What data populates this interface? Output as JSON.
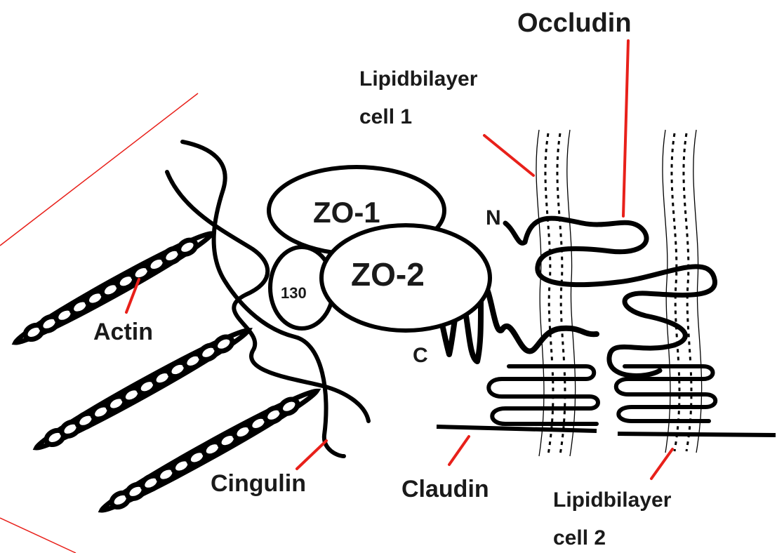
{
  "labels": {
    "occludin": "Occludin",
    "lipid_cell1_line1": "Lipidbilayer",
    "lipid_cell1_line2": "cell 1",
    "zo1": "ZO-1",
    "zo2": "ZO-2",
    "p130": "130",
    "n_terminus": "N",
    "c_terminus": "C",
    "actin": "Actin",
    "cingulin": "Cingulin",
    "claudin": "Claudin",
    "lipid_cell2_line1": "Lipidbilayer",
    "lipid_cell2_line2": "cell 2"
  },
  "colors": {
    "stroke": "#000000",
    "pointer": "#e8201a",
    "text": "#1a1a1a",
    "background": "#ffffff"
  }
}
